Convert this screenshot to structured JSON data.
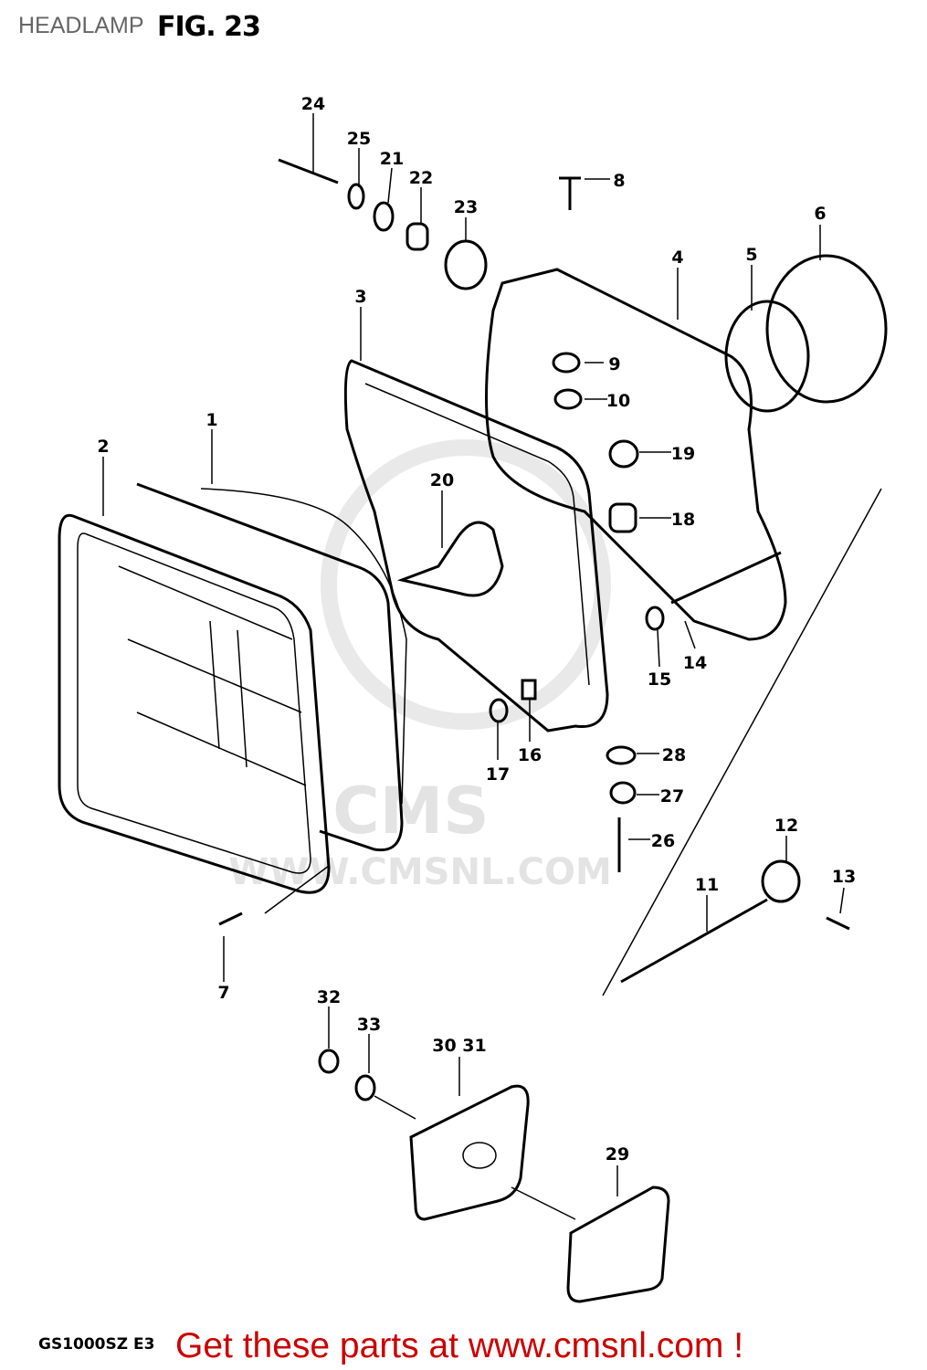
{
  "title": "HEADLAMP",
  "figure_label": "FIG. 23",
  "model_label": "GS1000SZ E3",
  "promo_text": "Get these parts at www.cmsnl.com !",
  "watermark": {
    "brand": "CMS",
    "url": "WWW.CMSNL.COM"
  },
  "callouts": [
    "1",
    "2",
    "3",
    "4",
    "5",
    "6",
    "7",
    "8",
    "9",
    "10",
    "11",
    "12",
    "13",
    "14",
    "15",
    "16",
    "17",
    "18",
    "19",
    "20",
    "21",
    "22",
    "23",
    "24",
    "25",
    "26",
    "27",
    "28",
    "29",
    "30 31",
    "32",
    "33"
  ],
  "colors": {
    "promo": "#cc0000",
    "title": "#666666"
  }
}
